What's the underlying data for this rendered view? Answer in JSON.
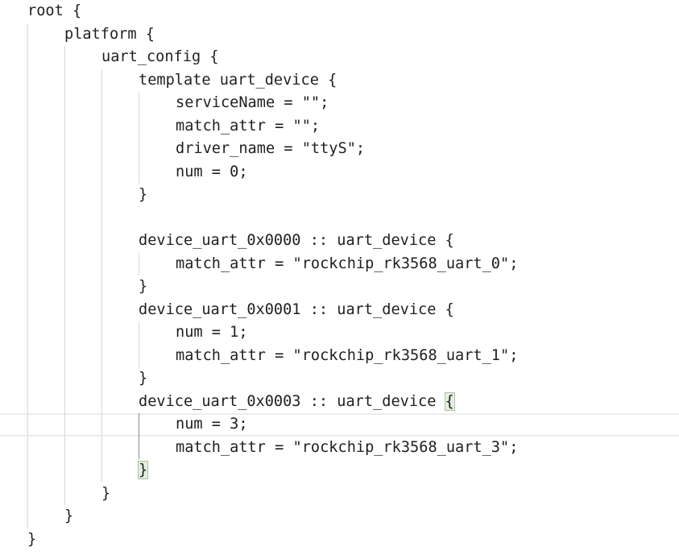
{
  "editor": {
    "lines": [
      {
        "indent": 0,
        "text": "root {"
      },
      {
        "indent": 1,
        "text": "platform {"
      },
      {
        "indent": 2,
        "text": "uart_config {"
      },
      {
        "indent": 3,
        "text": "template uart_device {"
      },
      {
        "indent": 4,
        "text": "serviceName = \"\";"
      },
      {
        "indent": 4,
        "text": "match_attr = \"\";"
      },
      {
        "indent": 4,
        "text": "driver_name = \"ttyS\";"
      },
      {
        "indent": 4,
        "text": "num = 0;"
      },
      {
        "indent": 3,
        "text": "}"
      },
      {
        "indent": 0,
        "text": ""
      },
      {
        "indent": 3,
        "text": "device_uart_0x0000 :: uart_device {"
      },
      {
        "indent": 4,
        "text": "match_attr = \"rockchip_rk3568_uart_0\";"
      },
      {
        "indent": 3,
        "text": "}"
      },
      {
        "indent": 3,
        "text": "device_uart_0x0001 :: uart_device {"
      },
      {
        "indent": 4,
        "text": "num = 1;"
      },
      {
        "indent": 4,
        "text": "match_attr = \"rockchip_rk3568_uart_1\";"
      },
      {
        "indent": 3,
        "text": "}"
      },
      {
        "indent": 3,
        "text": "device_uart_0x0003 :: uart_device {",
        "bracket_match": true
      },
      {
        "indent": 4,
        "text": "num = 3;",
        "current_line": true
      },
      {
        "indent": 4,
        "text": "match_attr = \"rockchip_rk3568_uart_3\";"
      },
      {
        "indent": 3,
        "text": "}",
        "bracket_match": true
      },
      {
        "indent": 2,
        "text": "}"
      },
      {
        "indent": 1,
        "text": "}"
      },
      {
        "indent": 0,
        "text": "}"
      }
    ],
    "colors": {
      "text": "#1f1f1f",
      "guide": "#d8d8d8",
      "active_guide": "#8a8a8a",
      "bracket_match_bg": "#e4eedf",
      "current_line_border": "#ececec"
    }
  }
}
